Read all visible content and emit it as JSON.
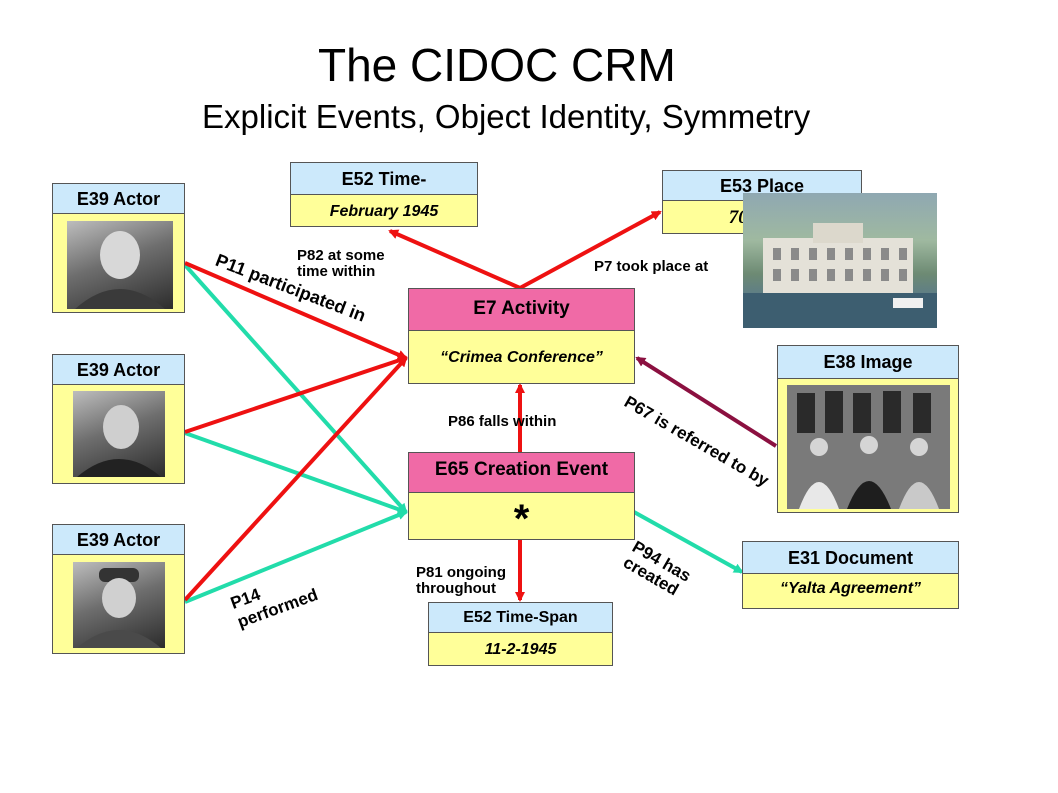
{
  "title": "The CIDOC CRM",
  "subtitle": "Explicit Events, Object Identity, Symmetry",
  "nodes": {
    "actor1": {
      "header": "E39 Actor"
    },
    "actor2": {
      "header": "E39 Actor"
    },
    "actor3": {
      "header": "E39 Actor"
    },
    "timespan_top": {
      "header": "E52 Time-",
      "value": "February 1945"
    },
    "place": {
      "header": "E53 Place",
      "value": "7012124"
    },
    "activity": {
      "header": "E7 Activity",
      "value": "“Crimea Conference”"
    },
    "image": {
      "header": "E38 Image"
    },
    "creation": {
      "header": "E65 Creation Event",
      "value": "*"
    },
    "document": {
      "header": "E31 Document",
      "value": "“Yalta Agreement”"
    },
    "timespan_bottom": {
      "header": "E52 Time-Span",
      "value": "11-2-1945"
    }
  },
  "edges": {
    "p82": "P82 at some time within",
    "p7": "P7 took place at",
    "p11": "P11 participated in",
    "p86": "P86 falls within",
    "p67": "P67 is referred to by",
    "p81": "P81 ongoing throughout",
    "p94": "P94 has created",
    "p14": "P14 performed"
  },
  "colors": {
    "red_arrow": "#ee1111",
    "teal_arrow": "#22dcaa",
    "maroon_arrow": "#8b1040",
    "header_blue": "#cce9fb",
    "header_pink": "#f06aa6",
    "body_yellow": "#ffff99"
  }
}
